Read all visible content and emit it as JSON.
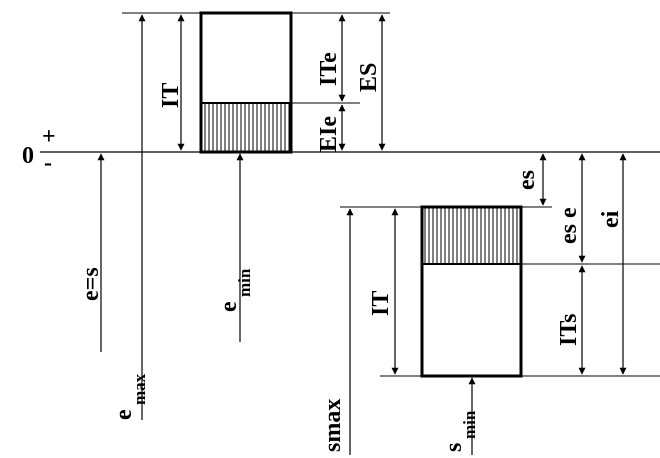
{
  "labels": {
    "zero": "0",
    "plus": "+",
    "minus": "-",
    "it_upper": "IT",
    "ite": "ITe",
    "es_upper": "ES",
    "eie": "EIe",
    "e_eq_s": "e=s",
    "e_min_base": "e",
    "e_min_sub": "min",
    "e_max_base": "e",
    "e_max_sub": "max",
    "es_lower": "es",
    "es_e": "es e",
    "ei": "ei",
    "it_lower": "IT",
    "its": "ITs",
    "s_max": "smax",
    "s_min_base": "s",
    "s_min_sub": "min"
  },
  "colors": {
    "line": "#000000",
    "background": "#ffffff"
  }
}
